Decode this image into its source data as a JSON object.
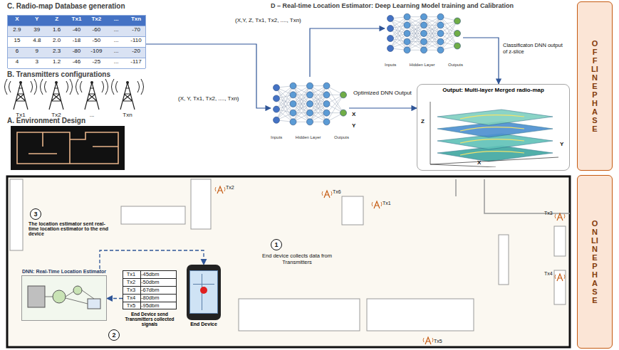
{
  "diagram": {
    "nodes": [
      {
        "text": [
          "C. Radio-map Database generation"
        ]
      },
      {
        "text": [
          "Inputs",
          "Hidden Layer",
          "Outputs"
        ]
      },
      {
        "text": [
          "Inputs",
          "Hidden Layer",
          "Outputs"
        ]
      },
      {
        "text": [
          "Output: Multi-layer Merged radio-map"
        ]
      },
      {
        "text": [
          "OFFLINE PHASE"
        ]
      },
      {
        "text": [
          "DNN: Real-Time Location Estimator"
        ]
      },
      {
        "text": [
          "End Device send Transmitters collected signals"
        ]
      },
      {
        "text": [
          "End Device"
        ]
      },
      {
        "text": [
          "ONLINE PHASE"
        ]
      }
    ],
    "edges": [
      {
        "from": 0,
        "to": 2,
        "arrow": "to",
        "label": "(X, Y, Tx1, Tx2, ...., Txn)"
      },
      {
        "from": 2,
        "to": 1,
        "arrow": "to",
        "label": "(X,Y, Z, Tx1, Tx2, ...., Txn)"
      },
      {
        "from": 1,
        "to": 3,
        "arrow": "to",
        "label": "Classificaton DNN output of z-slice"
      },
      {
        "from": 2,
        "to": 3,
        "arrow": "to",
        "label": "Optimized DNN Output"
      },
      {
        "from": 6,
        "to": 5,
        "arrow": "to"
      },
      {
        "from": 5,
        "to": 7,
        "arrow": "to"
      }
    ],
    "labels": [
      "X",
      "Y",
      "Z",
      "Tx1",
      "Tx2",
      "...",
      "Txn",
      "2.9",
      "39",
      "1.6",
      "-40",
      "-60",
      "...",
      "-70",
      "15",
      "4.8",
      "2.0",
      "-18",
      "-50",
      "...",
      "-110",
      "6",
      "9",
      "2.3",
      "-80",
      "-109",
      "...",
      "-20",
      "4",
      "3",
      "1.2",
      "-46",
      "-25",
      "...",
      "-117",
      "B. Transmitters configurations",
      "Tx1",
      "Tx2",
      "...",
      "Txn",
      "A. Environment Design",
      "D – Real-time Location Estimator: Deep Learning Model training and Calibration",
      "X",
      "Y",
      "X",
      "Y",
      "Z",
      "1",
      "End device collects data from Transmitters",
      "2",
      "3",
      "The location estimator sent real-time location estimator to the end device",
      "Tx1",
      "Tx2",
      "Tx3",
      "Tx4",
      "Tx5",
      "Tx6",
      "Tx1",
      "-45dbm",
      "Tx2",
      "-50dbm",
      "Tx3",
      "-67dbm",
      "Tx4",
      "-80dbm",
      "Tx5",
      "-95dbm"
    ]
  }
}
